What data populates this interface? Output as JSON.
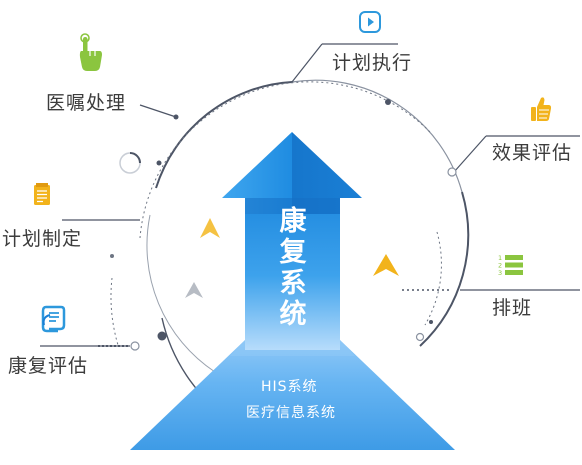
{
  "center": {
    "title": [
      "康",
      "复",
      "系",
      "统"
    ],
    "sub1": "HIS系统",
    "sub2": "医疗信息系统"
  },
  "labels": {
    "plan_exec": "计划执行",
    "medical_order": "医嘱处理",
    "effect_eval": "效果评估",
    "plan_make": "计划制定",
    "schedule": "排班",
    "rehab_eval": "康复评估"
  },
  "colors": {
    "arrow_top": "#1d8de0",
    "arrow_bottom": "#8cc9ff",
    "base": "#61b3f5",
    "line": "#4d5566",
    "icon_green": "#8bc53f",
    "icon_yellow": "#f2b31b",
    "icon_blue": "#2d98dc",
    "chevron_gold": "#f2b31b"
  },
  "icons": {
    "plan_exec": "play-icon",
    "medical_order": "hand-pointer-icon",
    "effect_eval": "thumbs-up-icon",
    "plan_make": "notepad-icon",
    "schedule": "list-icon",
    "rehab_eval": "scroll-icon"
  }
}
